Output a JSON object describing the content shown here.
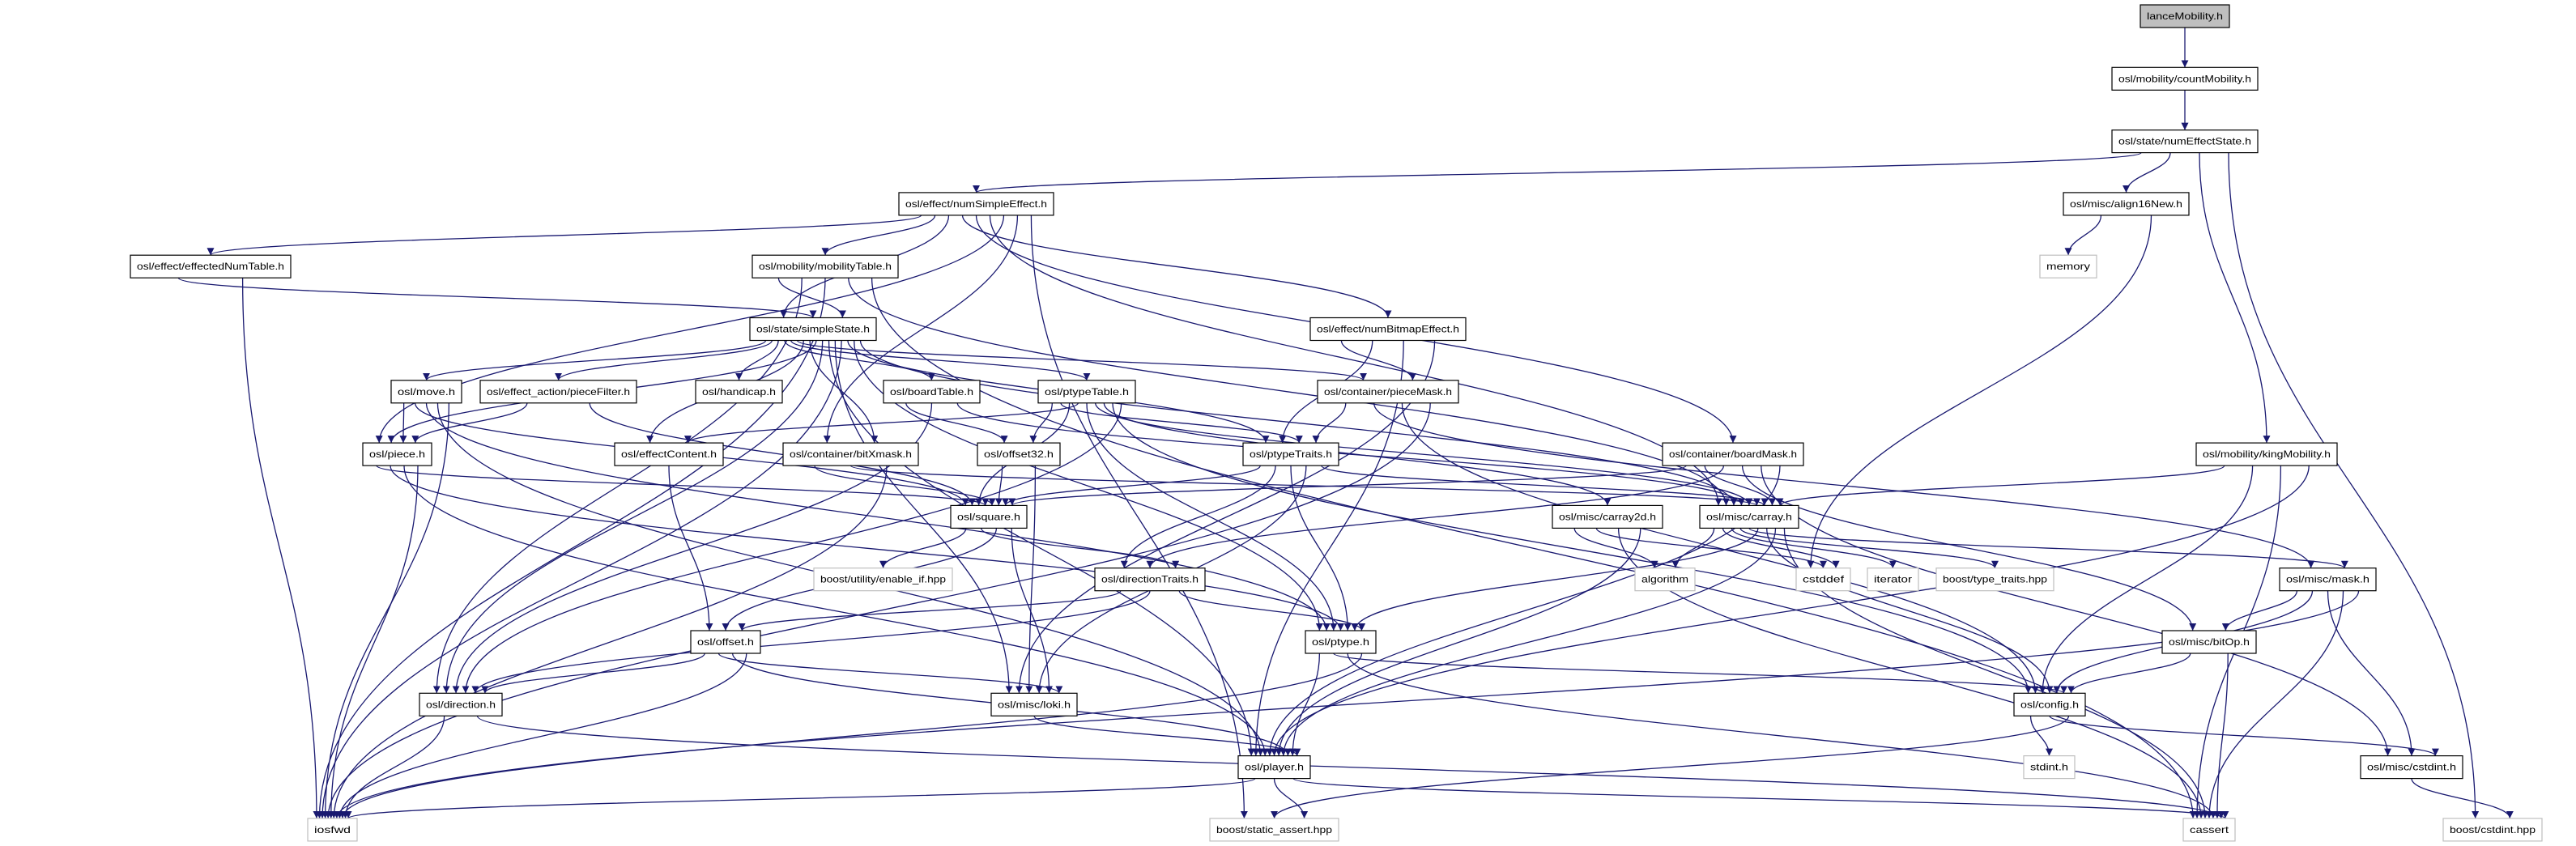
{
  "graph": {
    "edge_color": "#191970",
    "main_node_fill": "#bfbfbf",
    "external_node_border": "#bfbfbf",
    "nodes": {
      "lance": {
        "label": "lanceMobility.h",
        "kind": "main"
      },
      "countMobility": {
        "label": "osl/mobility/countMobility.h",
        "kind": "normal"
      },
      "numEffectState": {
        "label": "osl/state/numEffectState.h",
        "kind": "normal"
      },
      "numSimpleEffect": {
        "label": "osl/effect/numSimpleEffect.h",
        "kind": "normal"
      },
      "align16New": {
        "label": "osl/misc/align16New.h",
        "kind": "normal"
      },
      "effectedNumTable": {
        "label": "osl/effect/effectedNumTable.h",
        "kind": "normal"
      },
      "mobilityTable": {
        "label": "osl/mobility/mobilityTable.h",
        "kind": "normal"
      },
      "memory": {
        "label": "memory",
        "kind": "ext"
      },
      "simpleState": {
        "label": "osl/state/simpleState.h",
        "kind": "normal"
      },
      "numBitmapEffect": {
        "label": "osl/effect/numBitmapEffect.h",
        "kind": "normal"
      },
      "move": {
        "label": "osl/move.h",
        "kind": "normal"
      },
      "pieceFilter": {
        "label": "osl/effect_action/pieceFilter.h",
        "kind": "normal"
      },
      "handicap": {
        "label": "osl/handicap.h",
        "kind": "normal"
      },
      "boardTable": {
        "label": "osl/boardTable.h",
        "kind": "normal"
      },
      "ptypeTable": {
        "label": "osl/ptypeTable.h",
        "kind": "normal"
      },
      "pieceMask": {
        "label": "osl/container/pieceMask.h",
        "kind": "normal"
      },
      "piece": {
        "label": "osl/piece.h",
        "kind": "normal"
      },
      "effectContent": {
        "label": "osl/effectContent.h",
        "kind": "normal"
      },
      "bitXmask": {
        "label": "osl/container/bitXmask.h",
        "kind": "normal"
      },
      "offset32": {
        "label": "osl/offset32.h",
        "kind": "normal"
      },
      "ptypeTraits": {
        "label": "osl/ptypeTraits.h",
        "kind": "normal"
      },
      "boardMask": {
        "label": "osl/container/boardMask.h",
        "kind": "normal"
      },
      "kingMobility": {
        "label": "osl/mobility/kingMobility.h",
        "kind": "normal"
      },
      "square": {
        "label": "osl/square.h",
        "kind": "normal"
      },
      "carray2d": {
        "label": "osl/misc/carray2d.h",
        "kind": "normal"
      },
      "carray": {
        "label": "osl/misc/carray.h",
        "kind": "normal"
      },
      "enableIf": {
        "label": "boost/utility/enable_if.hpp",
        "kind": "ext"
      },
      "directionTraits": {
        "label": "osl/directionTraits.h",
        "kind": "normal"
      },
      "algorithm": {
        "label": "algorithm",
        "kind": "ext"
      },
      "cstddef": {
        "label": "cstddef",
        "kind": "ext"
      },
      "iterator": {
        "label": "iterator",
        "kind": "ext"
      },
      "typeTraits": {
        "label": "boost/type_traits.hpp",
        "kind": "ext"
      },
      "mask": {
        "label": "osl/misc/mask.h",
        "kind": "normal"
      },
      "offset": {
        "label": "osl/offset.h",
        "kind": "normal"
      },
      "ptype": {
        "label": "osl/ptype.h",
        "kind": "normal"
      },
      "bitOp": {
        "label": "osl/misc/bitOp.h",
        "kind": "normal"
      },
      "direction": {
        "label": "osl/direction.h",
        "kind": "normal"
      },
      "loki": {
        "label": "osl/misc/loki.h",
        "kind": "normal"
      },
      "config": {
        "label": "osl/config.h",
        "kind": "normal"
      },
      "player": {
        "label": "osl/player.h",
        "kind": "normal"
      },
      "stdint": {
        "label": "stdint.h",
        "kind": "ext"
      },
      "cstdint": {
        "label": "osl/misc/cstdint.h",
        "kind": "normal"
      },
      "iosfwd": {
        "label": "iosfwd",
        "kind": "ext"
      },
      "staticAssert": {
        "label": "boost/static_assert.hpp",
        "kind": "ext"
      },
      "cassert": {
        "label": "cassert",
        "kind": "ext"
      },
      "boostCstdint": {
        "label": "boost/cstdint.hpp",
        "kind": "ext"
      }
    },
    "edges": [
      [
        "lance",
        "countMobility"
      ],
      [
        "countMobility",
        "numEffectState"
      ],
      [
        "numEffectState",
        "numSimpleEffect"
      ],
      [
        "numEffectState",
        "align16New"
      ],
      [
        "numEffectState",
        "kingMobility"
      ],
      [
        "numEffectState",
        "boostCstdint"
      ],
      [
        "align16New",
        "memory"
      ],
      [
        "align16New",
        "cstddef"
      ],
      [
        "numSimpleEffect",
        "effectedNumTable"
      ],
      [
        "numSimpleEffect",
        "mobilityTable"
      ],
      [
        "numSimpleEffect",
        "simpleState"
      ],
      [
        "numSimpleEffect",
        "numBitmapEffect"
      ],
      [
        "numSimpleEffect",
        "boardMask"
      ],
      [
        "numSimpleEffect",
        "carray"
      ],
      [
        "numSimpleEffect",
        "piece"
      ],
      [
        "numSimpleEffect",
        "bitXmask"
      ],
      [
        "numSimpleEffect",
        "staticAssert"
      ],
      [
        "effectedNumTable",
        "simpleState"
      ],
      [
        "effectedNumTable",
        "iosfwd"
      ],
      [
        "mobilityTable",
        "simpleState"
      ],
      [
        "mobilityTable",
        "direction"
      ],
      [
        "mobilityTable",
        "iosfwd"
      ],
      [
        "mobilityTable",
        "carray"
      ],
      [
        "mobilityTable",
        "cassert"
      ],
      [
        "simpleState",
        "move"
      ],
      [
        "simpleState",
        "pieceFilter"
      ],
      [
        "simpleState",
        "handicap"
      ],
      [
        "simpleState",
        "boardTable"
      ],
      [
        "simpleState",
        "ptypeTable"
      ],
      [
        "simpleState",
        "pieceMask"
      ],
      [
        "simpleState",
        "effectContent"
      ],
      [
        "simpleState",
        "bitXmask"
      ],
      [
        "simpleState",
        "piece"
      ],
      [
        "simpleState",
        "direction"
      ],
      [
        "simpleState",
        "player"
      ],
      [
        "simpleState",
        "loki"
      ],
      [
        "simpleState",
        "iosfwd"
      ],
      [
        "simpleState",
        "ptypeTraits"
      ],
      [
        "simpleState",
        "ptype"
      ],
      [
        "simpleState",
        "carray"
      ],
      [
        "numBitmapEffect",
        "pieceMask"
      ],
      [
        "numBitmapEffect",
        "ptypeTraits"
      ],
      [
        "numBitmapEffect",
        "player"
      ],
      [
        "numBitmapEffect",
        "loki"
      ],
      [
        "move",
        "piece"
      ],
      [
        "move",
        "square"
      ],
      [
        "move",
        "ptype"
      ],
      [
        "move",
        "player"
      ],
      [
        "move",
        "iosfwd"
      ],
      [
        "pieceFilter",
        "piece"
      ],
      [
        "pieceFilter",
        "square"
      ],
      [
        "boardTable",
        "offset32"
      ],
      [
        "boardTable",
        "direction"
      ],
      [
        "boardTable",
        "carray"
      ],
      [
        "ptypeTable",
        "offset32"
      ],
      [
        "ptypeTable",
        "ptypeTraits"
      ],
      [
        "ptypeTable",
        "square"
      ],
      [
        "ptypeTable",
        "effectContent"
      ],
      [
        "ptypeTable",
        "ptype"
      ],
      [
        "ptypeTable",
        "carray"
      ],
      [
        "ptypeTable",
        "carray2d"
      ],
      [
        "ptypeTable",
        "config"
      ],
      [
        "ptypeTable",
        "direction"
      ],
      [
        "pieceMask",
        "ptypeTraits"
      ],
      [
        "pieceMask",
        "mask"
      ],
      [
        "pieceMask",
        "config"
      ],
      [
        "pieceMask",
        "iosfwd"
      ],
      [
        "piece",
        "square"
      ],
      [
        "piece",
        "ptype"
      ],
      [
        "piece",
        "player"
      ],
      [
        "piece",
        "iosfwd"
      ],
      [
        "effectContent",
        "offset"
      ],
      [
        "bitXmask",
        "square"
      ],
      [
        "bitXmask",
        "carray"
      ],
      [
        "bitXmask",
        "iosfwd"
      ],
      [
        "offset32",
        "square"
      ],
      [
        "offset32",
        "loki"
      ],
      [
        "ptypeTraits",
        "square"
      ],
      [
        "ptypeTraits",
        "directionTraits"
      ],
      [
        "ptypeTraits",
        "ptype"
      ],
      [
        "ptypeTraits",
        "loki"
      ],
      [
        "ptypeTraits",
        "carray"
      ],
      [
        "boardMask",
        "square"
      ],
      [
        "boardMask",
        "carray"
      ],
      [
        "boardMask",
        "directionTraits"
      ],
      [
        "boardMask",
        "bitOp"
      ],
      [
        "boardMask",
        "cstdint"
      ],
      [
        "boardMask",
        "player"
      ],
      [
        "kingMobility",
        "carray"
      ],
      [
        "kingMobility",
        "config"
      ],
      [
        "kingMobility",
        "cassert"
      ],
      [
        "kingMobility",
        "player"
      ],
      [
        "square",
        "enableIf"
      ],
      [
        "square",
        "directionTraits"
      ],
      [
        "square",
        "offset"
      ],
      [
        "square",
        "loki"
      ],
      [
        "carray2d",
        "algorithm"
      ],
      [
        "carray2d",
        "cstddef"
      ],
      [
        "carray2d",
        "cassert"
      ],
      [
        "carray2d",
        "player"
      ],
      [
        "carray",
        "algorithm"
      ],
      [
        "carray",
        "cstddef"
      ],
      [
        "carray",
        "iterator"
      ],
      [
        "carray",
        "typeTraits"
      ],
      [
        "carray",
        "mask"
      ],
      [
        "carray",
        "ptype"
      ],
      [
        "carray",
        "config"
      ],
      [
        "carray",
        "player"
      ],
      [
        "carray",
        "cassert"
      ],
      [
        "directionTraits",
        "offset"
      ],
      [
        "directionTraits",
        "direction"
      ],
      [
        "directionTraits",
        "ptype"
      ],
      [
        "mask",
        "bitOp"
      ],
      [
        "mask",
        "config"
      ],
      [
        "mask",
        "cstdint"
      ],
      [
        "mask",
        "cassert"
      ],
      [
        "mask",
        "iosfwd"
      ],
      [
        "offset",
        "direction"
      ],
      [
        "offset",
        "loki"
      ],
      [
        "offset",
        "player"
      ],
      [
        "offset",
        "iosfwd"
      ],
      [
        "ptype",
        "player"
      ],
      [
        "ptype",
        "config"
      ],
      [
        "ptype",
        "cassert"
      ],
      [
        "ptype",
        "iosfwd"
      ],
      [
        "bitOp",
        "config"
      ],
      [
        "bitOp",
        "cassert"
      ],
      [
        "direction",
        "iosfwd"
      ],
      [
        "direction",
        "cassert"
      ],
      [
        "loki",
        "player"
      ],
      [
        "config",
        "stdint"
      ],
      [
        "config",
        "cstdint"
      ],
      [
        "config",
        "staticAssert"
      ],
      [
        "player",
        "iosfwd"
      ],
      [
        "player",
        "staticAssert"
      ],
      [
        "player",
        "cassert"
      ],
      [
        "cstdint",
        "boostCstdint"
      ]
    ]
  }
}
